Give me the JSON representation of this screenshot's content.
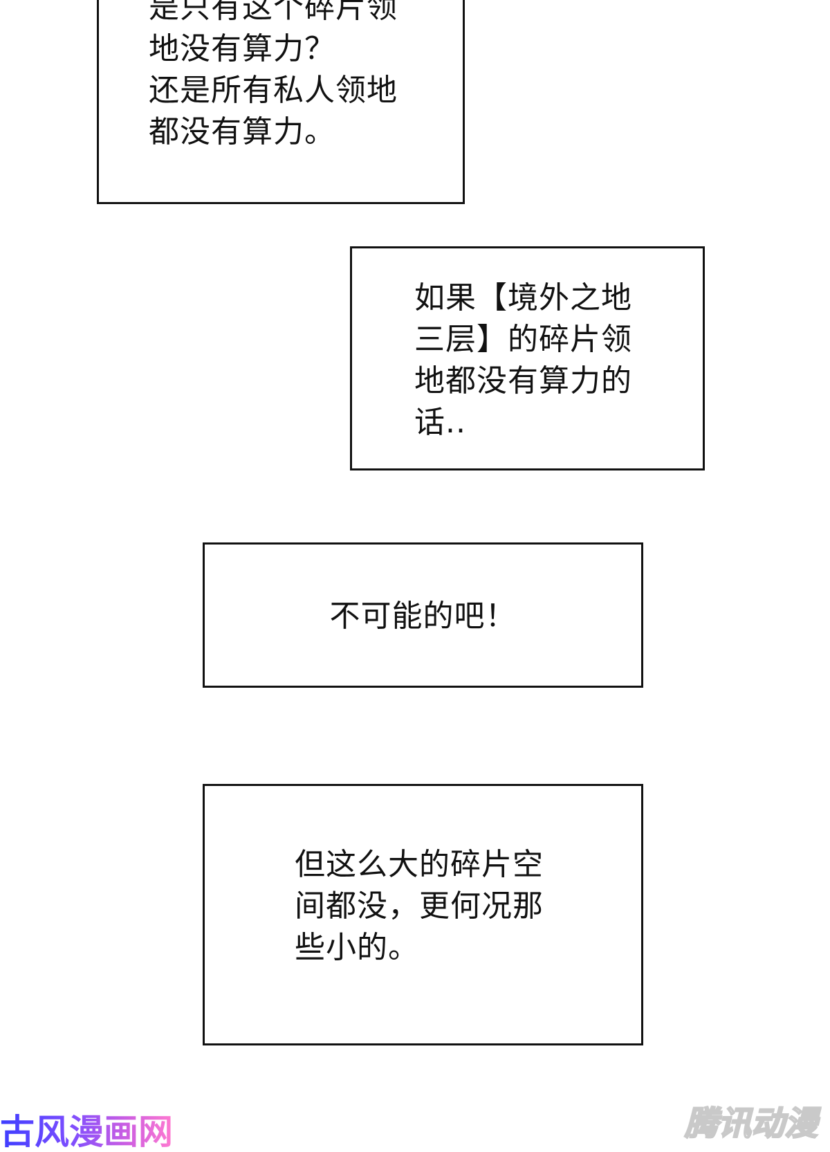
{
  "bubbles": [
    {
      "lines": [
        "是只有这个碎片领",
        "地没有算力？",
        "还是所有私人领地",
        "都没有算力。"
      ]
    },
    {
      "lines": [
        "如果【境外之地",
        "三层】的碎片领",
        "地都没有算力的",
        "话.."
      ]
    },
    {
      "lines": [
        "不可能的吧！"
      ]
    },
    {
      "lines": [
        "但这么大的碎片空",
        "间都没，更何况那",
        "些小的。"
      ]
    }
  ],
  "watermarks": {
    "left": "古风漫画网",
    "right": "腾讯动漫"
  }
}
